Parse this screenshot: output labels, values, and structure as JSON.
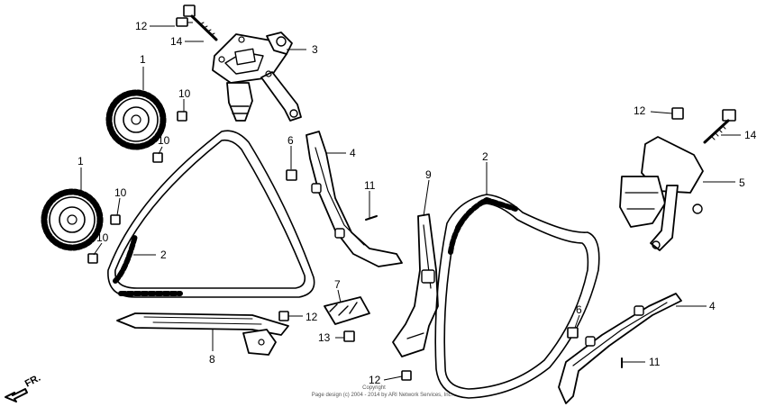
{
  "parts": [
    {
      "id": "p12a",
      "num": "12"
    },
    {
      "id": "p14a",
      "num": "14"
    },
    {
      "id": "p3",
      "num": "3"
    },
    {
      "id": "p1a",
      "num": "1"
    },
    {
      "id": "p10a",
      "num": "10"
    },
    {
      "id": "p10b",
      "num": "10"
    },
    {
      "id": "p1b",
      "num": "1"
    },
    {
      "id": "p10c",
      "num": "10"
    },
    {
      "id": "p10d",
      "num": "10"
    },
    {
      "id": "p2a",
      "num": "2"
    },
    {
      "id": "p6a",
      "num": "6"
    },
    {
      "id": "p4a",
      "num": "4"
    },
    {
      "id": "p11a",
      "num": "11"
    },
    {
      "id": "p7",
      "num": "7"
    },
    {
      "id": "p12b",
      "num": "12"
    },
    {
      "id": "p13",
      "num": "13"
    },
    {
      "id": "p8",
      "num": "8"
    },
    {
      "id": "p9",
      "num": "9"
    },
    {
      "id": "p12c",
      "num": "12"
    },
    {
      "id": "p2b",
      "num": "2"
    },
    {
      "id": "p12d",
      "num": "12"
    },
    {
      "id": "p14b",
      "num": "14"
    },
    {
      "id": "p5",
      "num": "5"
    },
    {
      "id": "p6b",
      "num": "6"
    },
    {
      "id": "p4b",
      "num": "4"
    },
    {
      "id": "p11b",
      "num": "11"
    }
  ],
  "direction_label": "FR.",
  "copyright": {
    "line1": "Copyright",
    "line2": "Page design (c) 2004 - 2014 by ARI Network Services, Inc."
  }
}
